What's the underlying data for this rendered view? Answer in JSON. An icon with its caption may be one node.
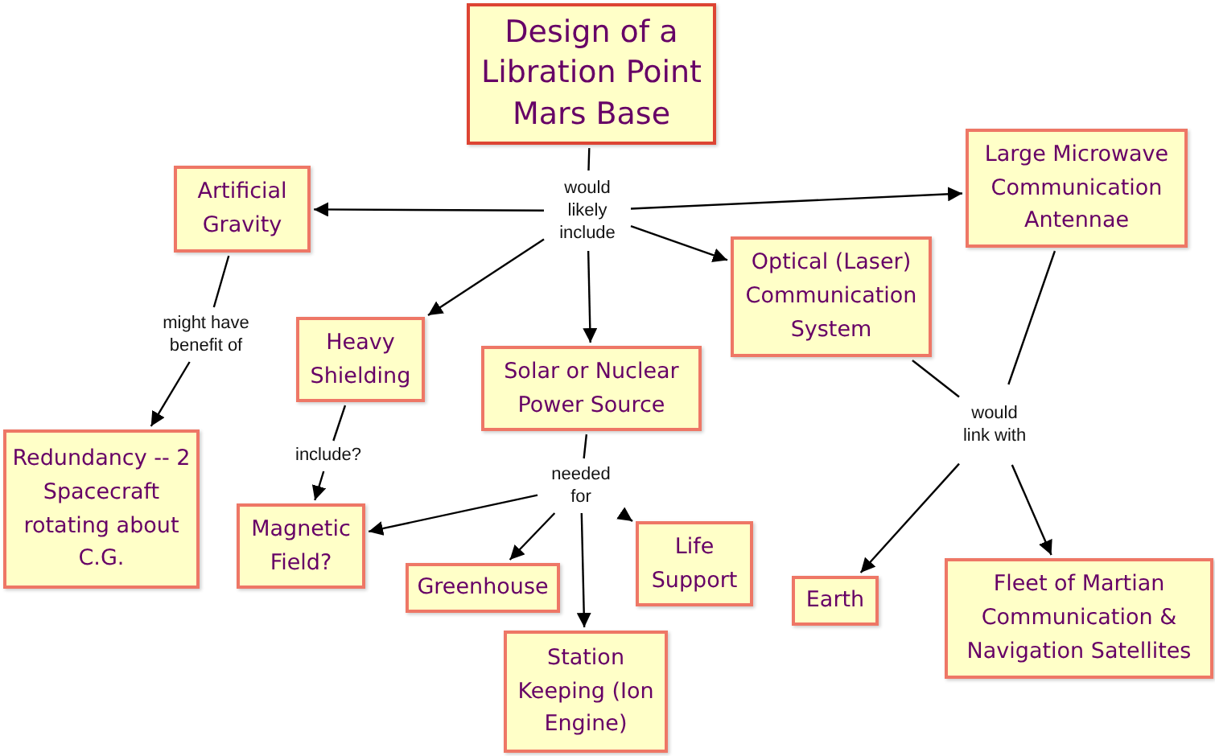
{
  "diagram": {
    "nodes": [
      {
        "text": [
          "Design of a Libration Point Mars Base"
        ]
      },
      {
        "text": [
          "would likely include"
        ]
      },
      {
        "text": [
          "Artificial Gravity"
        ]
      },
      {
        "text": [
          "Large Microwave Communication Antennae"
        ]
      },
      {
        "text": [
          "Optical (Laser) Communication System"
        ]
      },
      {
        "text": [
          "Heavy Shielding"
        ]
      },
      {
        "text": [
          "Solar or Nuclear Power Source"
        ]
      },
      {
        "text": [
          "might have benefit of"
        ]
      },
      {
        "text": [
          "Redundancy -- 2 Spacecraft rotating about C.G."
        ]
      },
      {
        "text": [
          "include?"
        ]
      },
      {
        "text": [
          "Magnetic Field?"
        ]
      },
      {
        "text": [
          "needed for"
        ]
      },
      {
        "text": [
          "Greenhouse"
        ]
      },
      {
        "text": [
          "Life Support"
        ]
      },
      {
        "text": [
          "Station Keeping (Ion Engine)"
        ]
      },
      {
        "text": [
          "would link with"
        ]
      },
      {
        "text": [
          "Earth"
        ]
      },
      {
        "text": [
          "Fleet of Martian Communication & Navigation Satellites"
        ]
      }
    ],
    "edges": [
      {
        "from": 0,
        "to": 1,
        "arrow": "none"
      },
      {
        "from": 1,
        "to": 2,
        "arrow": "to"
      },
      {
        "from": 1,
        "to": 3,
        "arrow": "to"
      },
      {
        "from": 1,
        "to": 4,
        "arrow": "to"
      },
      {
        "from": 1,
        "to": 5,
        "arrow": "to"
      },
      {
        "from": 1,
        "to": 6,
        "arrow": "to"
      },
      {
        "from": 2,
        "to": 7,
        "arrow": "none"
      },
      {
        "from": 7,
        "to": 8,
        "arrow": "to"
      },
      {
        "from": 5,
        "to": 9,
        "arrow": "none"
      },
      {
        "from": 9,
        "to": 10,
        "arrow": "to"
      },
      {
        "from": 6,
        "to": 11,
        "arrow": "none"
      },
      {
        "from": 11,
        "to": 10,
        "arrow": "to"
      },
      {
        "from": 11,
        "to": 12,
        "arrow": "to"
      },
      {
        "from": 11,
        "to": 14,
        "arrow": "to"
      },
      {
        "from": 11,
        "to": 13,
        "arrow": "to"
      },
      {
        "from": 4,
        "to": 15,
        "arrow": "none"
      },
      {
        "from": 3,
        "to": 15,
        "arrow": "none"
      },
      {
        "from": 15,
        "to": 16,
        "arrow": "to"
      },
      {
        "from": 15,
        "to": 17,
        "arrow": "to"
      }
    ]
  }
}
